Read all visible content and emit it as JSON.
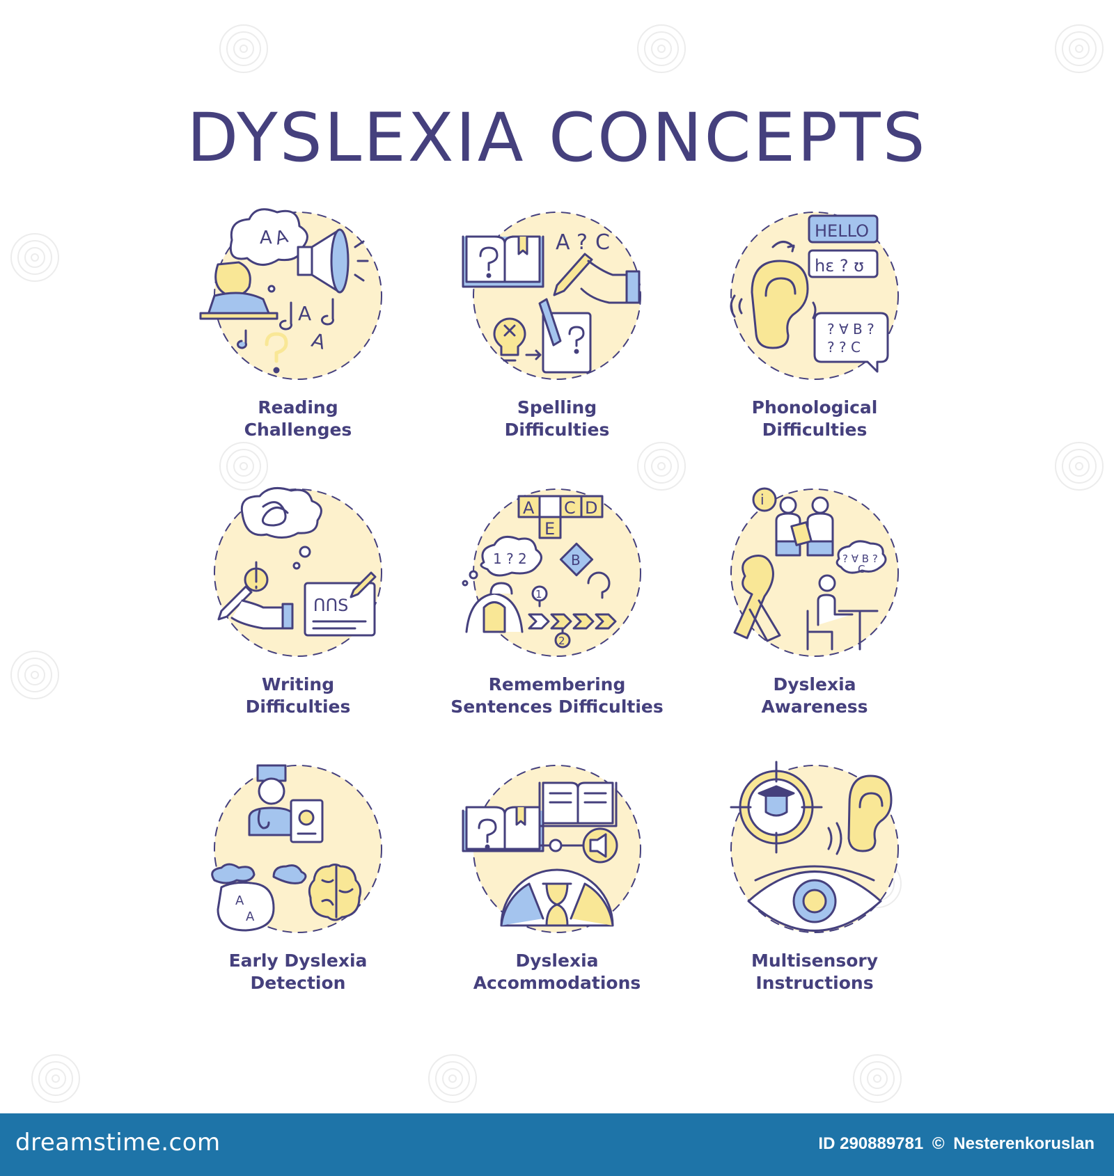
{
  "title": "DYSLEXIA CONCEPTS",
  "colors": {
    "ink": "#45407d",
    "yellow": "#f9e796",
    "yellow_bg": "#fdf1cc",
    "blue": "#a4c4ee",
    "footer": "#1e74a8"
  },
  "concepts": [
    {
      "line1": "Reading",
      "line2": "Challenges",
      "icon": "reading-challenges-icon"
    },
    {
      "line1": "Spelling",
      "line2": "Difficulties",
      "icon": "spelling-difficulties-icon"
    },
    {
      "line1": "Phonological",
      "line2": "Difficulties",
      "icon": "phonological-difficulties-icon"
    },
    {
      "line1": "Writing",
      "line2": "Difficulties",
      "icon": "writing-difficulties-icon"
    },
    {
      "line1": "Remembering",
      "line2": "Sentences Difficulties",
      "icon": "remembering-sentences-icon"
    },
    {
      "line1": "Dyslexia",
      "line2": "Awareness",
      "icon": "dyslexia-awareness-icon"
    },
    {
      "line1": "Early Dyslexia",
      "line2": "Detection",
      "icon": "early-detection-icon"
    },
    {
      "line1": "Dyslexia",
      "line2": "Accommodations",
      "icon": "accommodations-icon"
    },
    {
      "line1": "Multisensory",
      "line2": "Instructions",
      "icon": "multisensory-instructions-icon"
    }
  ],
  "icon_text": {
    "reading": [
      "A",
      "A",
      "A",
      "A",
      "?"
    ],
    "spelling": [
      "A",
      "?",
      "C",
      "?",
      "?",
      "×"
    ],
    "phonological": [
      "HELLO",
      "hɛ ? ʊ",
      "? ∀ B ?",
      "? ? C"
    ],
    "writing": [
      "ᑎᑎS"
    ],
    "remembering": [
      "A",
      "C",
      "D",
      "E",
      "B",
      "1 ? 2",
      "1",
      "2",
      "?"
    ],
    "awareness": [
      "i",
      "? ∀ B ?",
      "C"
    ],
    "detection": [
      "A",
      "A"
    ],
    "multisensory": []
  },
  "footer": {
    "brand": "dreamstime.com",
    "id_label": "ID 290889781",
    "copyright": "©",
    "author": "Nesterenkoruslan"
  }
}
